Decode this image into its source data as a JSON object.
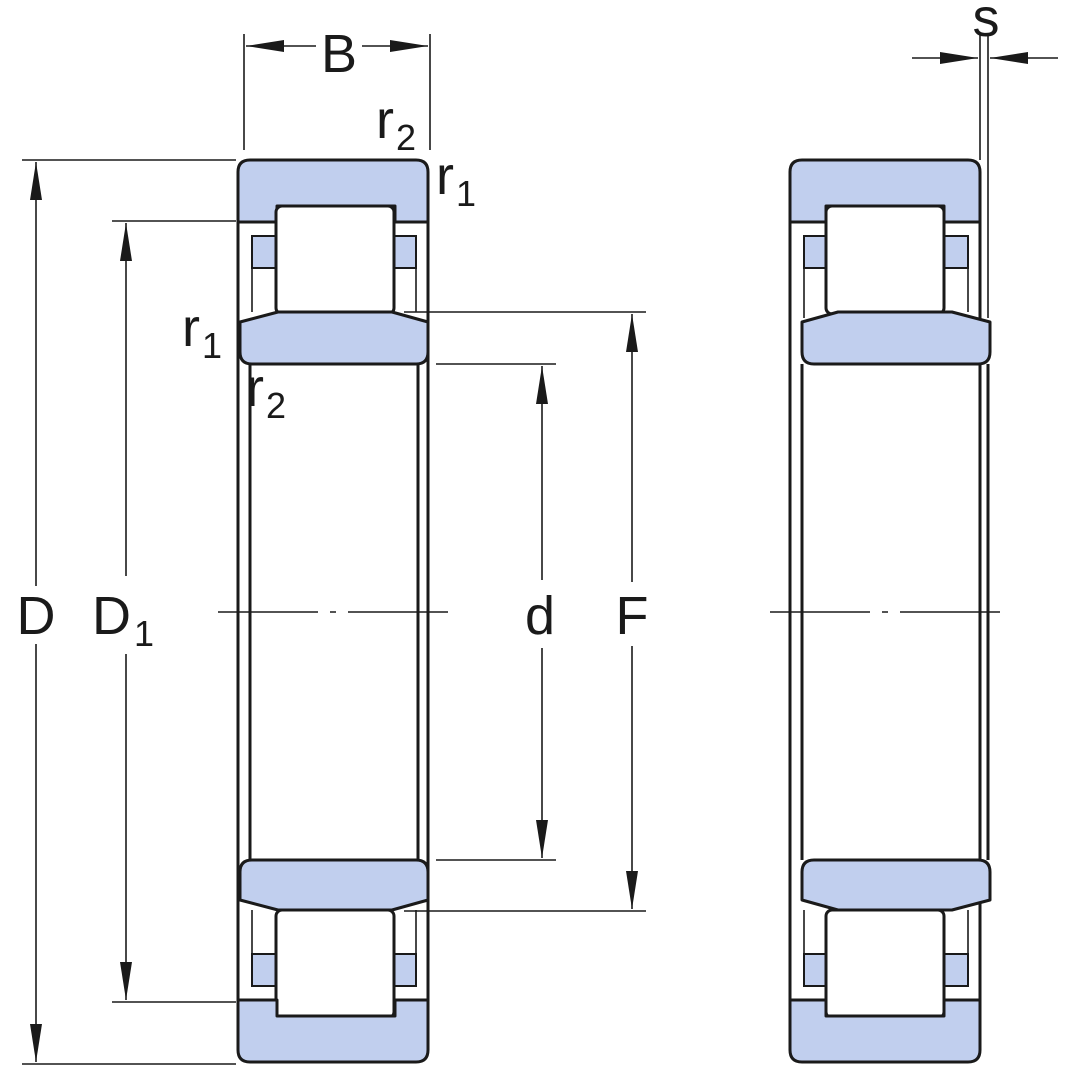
{
  "labels": {
    "B": "B",
    "s": "s",
    "D": "D",
    "D1_main": "D",
    "D1_sub": "1",
    "d": "d",
    "F": "F",
    "r_top_right_main": "r",
    "r_top_right_sub": "2",
    "r_outer_right_main": "r",
    "r_outer_right_sub": "1",
    "r_inner_left_main": "r",
    "r_inner_left_sub": "1",
    "r_inner_bottom_main": "r",
    "r_inner_bottom_sub": "2"
  },
  "colors": {
    "ring_fill": "#c1cfee",
    "line": "#1a1a1a",
    "background": "#ffffff"
  }
}
